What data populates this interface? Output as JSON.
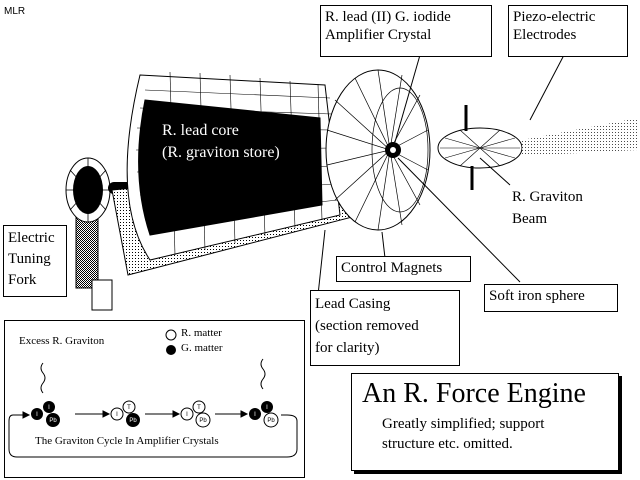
{
  "author": "MLR",
  "core_label": [
    "R. lead core",
    "(R. graviton store)"
  ],
  "labels": {
    "amplifier": [
      "R. lead (II) G. iodide",
      "Amplifier Crystal"
    ],
    "piezo": [
      "Piezo-electric",
      "Electrodes"
    ],
    "beam": [
      "R. Graviton",
      "Beam"
    ],
    "fork": [
      "Electric",
      "Tuning",
      "Fork"
    ],
    "magnets": "Control Magnets",
    "sphere": "Soft iron sphere",
    "casing": [
      "Lead Casing",
      "(section removed",
      "for clarity)"
    ]
  },
  "cycle": {
    "excess": "Excess R. Graviton",
    "legend_r": "R. matter",
    "legend_g": "G. matter",
    "caption": "The Graviton Cycle In Amplifier Crystals",
    "atom_I": "I",
    "atom_Pb": "Pb",
    "atom_T": "T"
  },
  "title": {
    "main": "An R. Force Engine",
    "sub": [
      "Greatly simplified; support",
      "structure etc. omitted."
    ]
  }
}
